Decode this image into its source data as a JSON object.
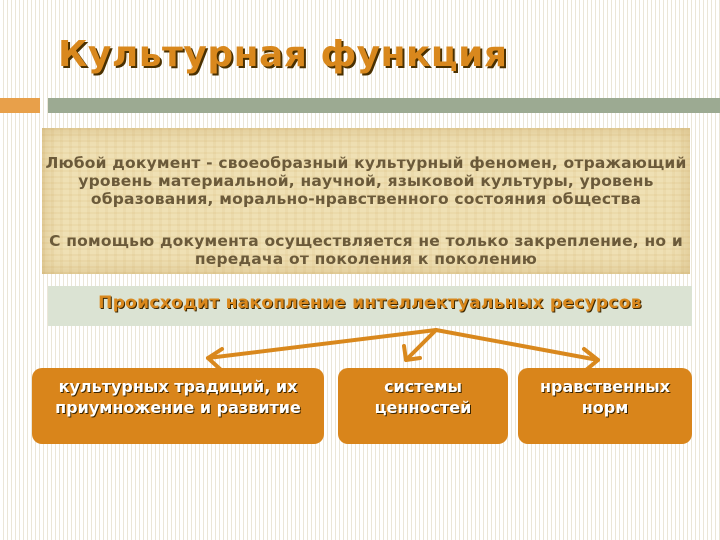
{
  "slide": {
    "title": "Культурная функция",
    "paragraph_1": "Любой документ  - своеобразный культурный феномен, отражающий уровень материальной, научной, языковой культуры, уровень образования, морально-нравственного состояния общества",
    "paragraph_2": "С помощью документа осуществляется не только закрепление, но и передача от поколения к поколению",
    "subheading": "Происходит накопление интеллектуальных ресурсов",
    "boxes": [
      "культурных традиций, их приумножение и развитие",
      "системы ценностей",
      "нравственных норм"
    ]
  },
  "colors": {
    "accent_orange": "#d9881d",
    "box_fill": "#d9851b",
    "bar_orange": "#e8a04a",
    "bar_green": "#9caa92",
    "subheading_bg": "#dbe3d3",
    "parchment": "#efe0b4",
    "body_text": "#6b5a3a"
  }
}
